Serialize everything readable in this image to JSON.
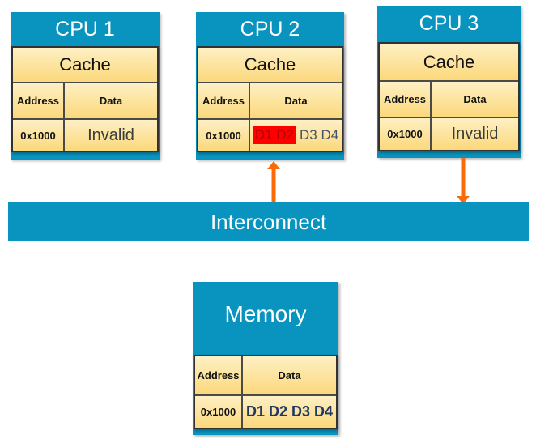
{
  "colors": {
    "blue": "#0894BF",
    "orange": "#FB6A07",
    "red_highlight_bg": "#FF0000",
    "red_highlight_text": "#B80000",
    "slate_text": "#44546A",
    "navy_text": "#1F3864"
  },
  "cpus": [
    {
      "title": "CPU 1",
      "cache_label": "Cache",
      "columns": {
        "address": "Address",
        "data": "Data"
      },
      "row": {
        "address": "0x1000",
        "data": "Invalid"
      }
    },
    {
      "title": "CPU 2",
      "cache_label": "Cache",
      "columns": {
        "address": "Address",
        "data": "Data"
      },
      "row": {
        "address": "0x1000",
        "data_highlight": "D1 D2",
        "data_rest": "D3 D4"
      }
    },
    {
      "title": "CPU 3",
      "cache_label": "Cache",
      "columns": {
        "address": "Address",
        "data": "Data"
      },
      "row": {
        "address": "0x1000",
        "data": "Invalid"
      }
    }
  ],
  "interconnect": {
    "label": "Interconnect"
  },
  "memory": {
    "title": "Memory",
    "columns": {
      "address": "Address",
      "data": "Data"
    },
    "row": {
      "address": "0x1000",
      "data": "D1 D2 D3 D4"
    }
  }
}
